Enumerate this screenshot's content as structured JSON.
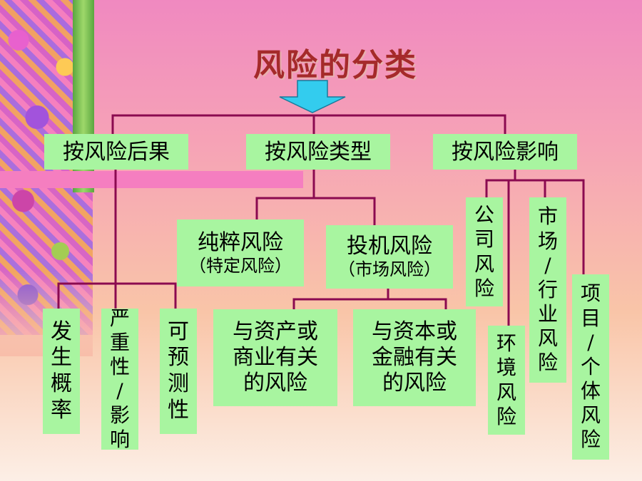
{
  "title": "风险的分类",
  "level1": {
    "consequence": "按风险后果",
    "type": "按风险类型",
    "impact": "按风险影响"
  },
  "level2": {
    "pure_title": "纯粹风险",
    "pure_sub": "（特定风险）",
    "spec_title": "投机风险",
    "spec_sub": "（市场风险）"
  },
  "consequence_items": {
    "probability": [
      "发",
      "生",
      "概",
      "率"
    ],
    "severity": [
      "严",
      "重",
      "性",
      "/",
      "影",
      "响"
    ],
    "predictability": [
      "可",
      "预",
      "测",
      "性"
    ]
  },
  "type_items": {
    "asset": [
      "与资产或",
      "商业有关",
      "的风险"
    ],
    "finance": [
      "与资本或",
      "金融有关",
      "的风险"
    ]
  },
  "impact_items": {
    "company": [
      "公",
      "司",
      "风",
      "险"
    ],
    "environment": [
      "环",
      "境",
      "风",
      "险"
    ],
    "market": [
      "市",
      "场",
      "/",
      "行",
      "业",
      "风",
      "险"
    ],
    "project": [
      "项",
      "目",
      "/",
      "个",
      "体",
      "风",
      "险"
    ]
  },
  "colors": {
    "box_fill": "#a8f5a0",
    "line": "#8b0a50",
    "arrow": "#33ccee",
    "title": "#a52a2a"
  }
}
